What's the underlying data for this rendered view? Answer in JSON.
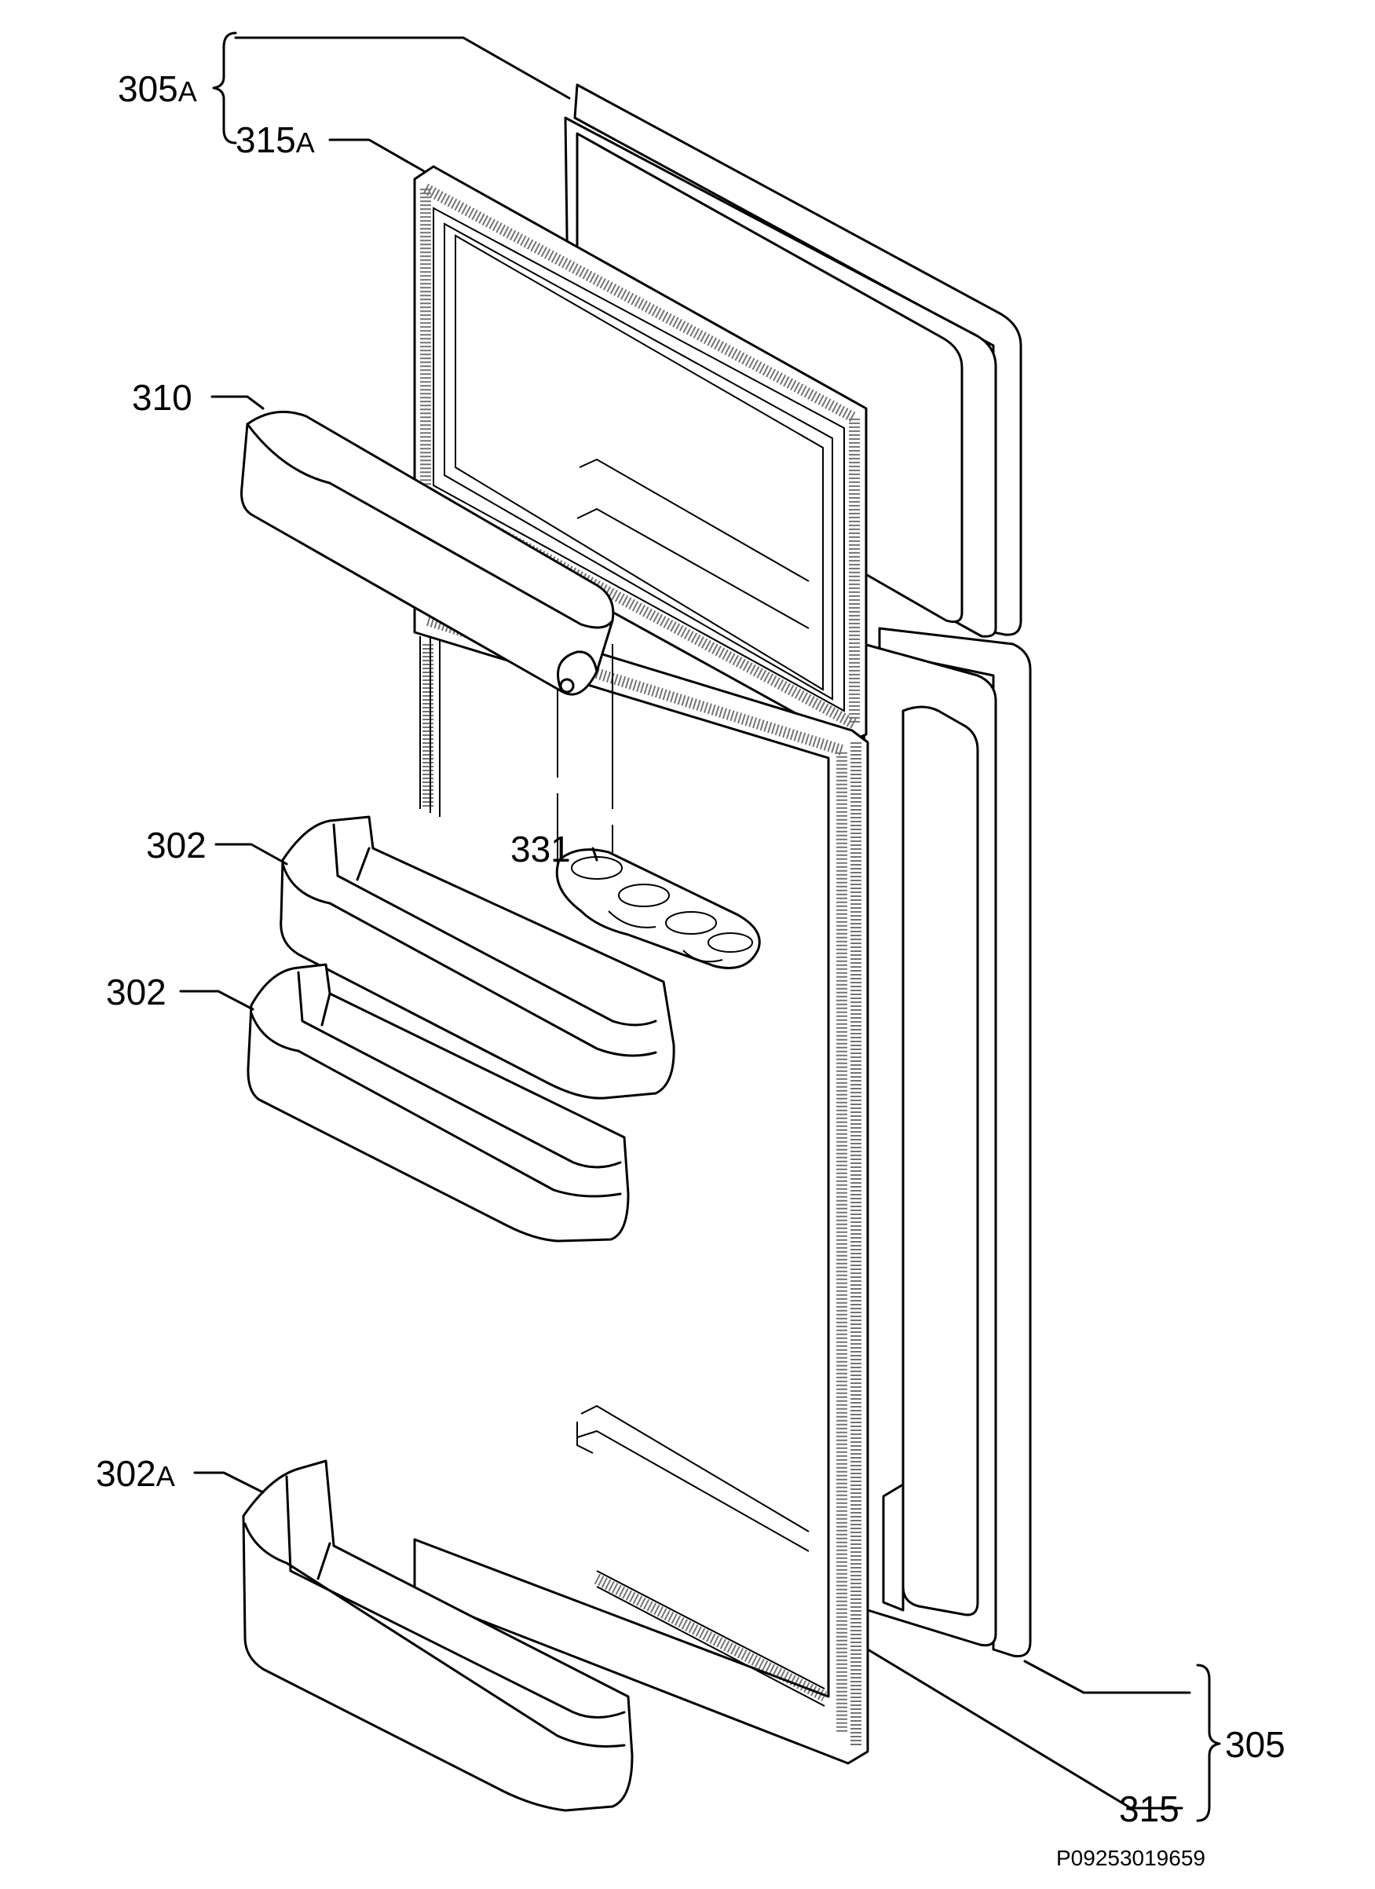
{
  "labels": {
    "l305a_num": "305",
    "l305a_suffix": "A",
    "l315a_num": "315",
    "l315a_suffix": "A",
    "l310": "310",
    "l302_upper": "302",
    "l302_lower": "302",
    "l331": "331",
    "l302a_num": "302",
    "l302a_suffix": "A",
    "l305": "305",
    "l315": "315"
  },
  "drawing_code": "P09253019659"
}
